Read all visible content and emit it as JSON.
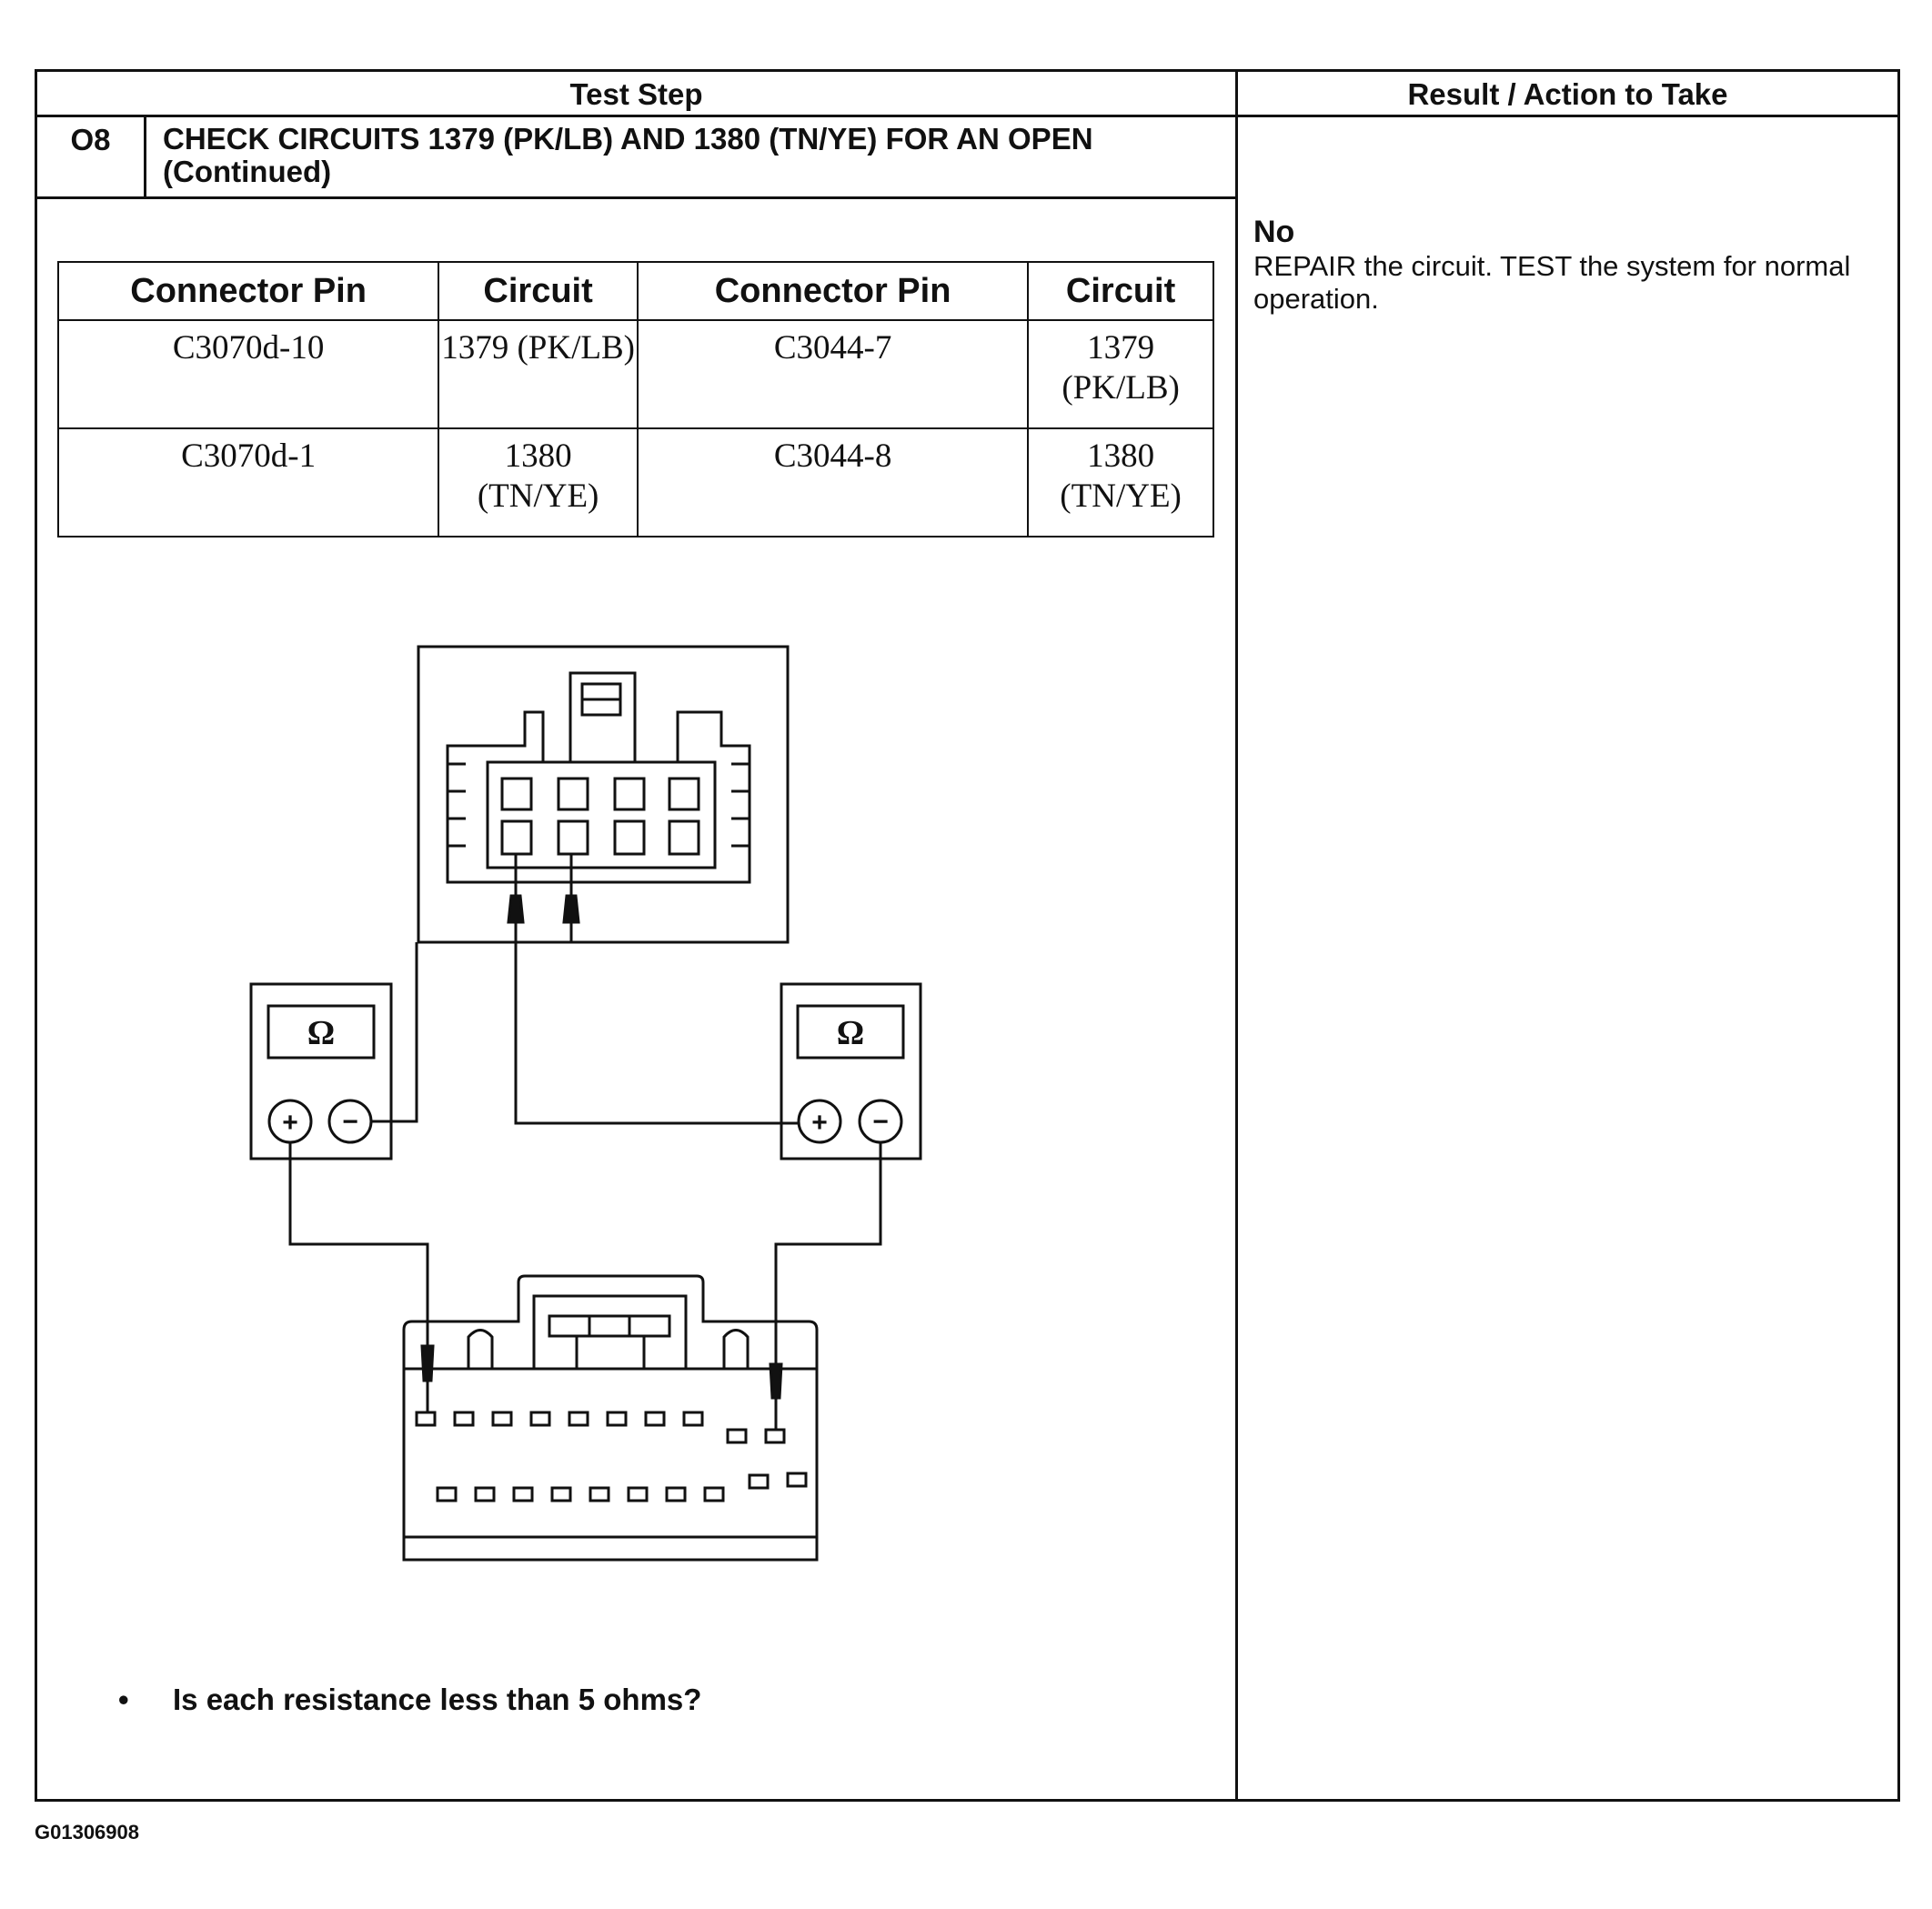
{
  "header": {
    "test_step": "Test Step",
    "result_action": "Result / Action to Take"
  },
  "step": {
    "number": "O8",
    "title": "CHECK CIRCUITS 1379 (PK/LB) AND 1380 (TN/YE) FOR AN OPEN (Continued)"
  },
  "pin_table": {
    "headers": [
      "Connector Pin",
      "Circuit",
      "Connector Pin",
      "Circuit"
    ],
    "rows": [
      {
        "pin1": "C3070d-10",
        "circuit1": "1379 (PK/LB)",
        "pin2": "C3044-7",
        "circuit2": "1379 (PK/LB)"
      },
      {
        "pin1": "C3070d-1",
        "circuit1": "1380 (TN/YE)",
        "pin2": "C3044-8",
        "circuit2": "1380 (TN/YE)"
      }
    ]
  },
  "diagram": {
    "meter_left_symbol": "Ω",
    "meter_right_symbol": "Ω",
    "plus": "+",
    "minus": "−"
  },
  "question": {
    "bullet": "•",
    "text": "Is each resistance less than 5 ohms?"
  },
  "result": {
    "no_label": "No",
    "no_text": "REPAIR the circuit. TEST the system for normal operation."
  },
  "footer": {
    "figure_id": "G01306908"
  }
}
